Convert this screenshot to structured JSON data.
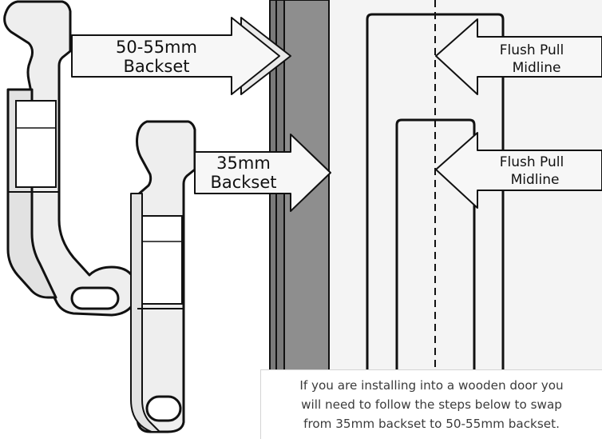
{
  "labels": {
    "backset_large_line1": "50-55mm",
    "backset_large_line2": "Backset",
    "backset_small_line1": "35mm",
    "backset_small_line2": "Backset",
    "midline_upper_line1": "Flush Pull",
    "midline_upper_line2": "Midline",
    "midline_lower_line1": "Flush Pull",
    "midline_lower_line2": "Midline"
  },
  "caption": {
    "line1": "If you are installing into a wooden door you",
    "line2": "will need to follow the steps below to swap",
    "line3": "from 35mm backset to 50-55mm backset."
  },
  "colors": {
    "door_edge": "#8e8e8e",
    "door_face": "#f4f4f4",
    "outline": "#111111",
    "part_fill": "#eeeeee",
    "arrow_fill": "#f7f7f7"
  }
}
